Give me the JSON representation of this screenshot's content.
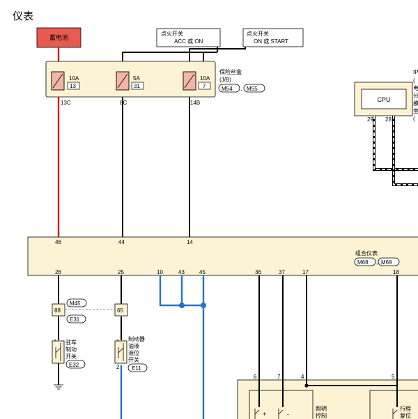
{
  "page": {
    "title": "仪表"
  },
  "battery": {
    "label": "蓄电池",
    "color": "#e85a4f"
  },
  "ignition_acc": {
    "line1": "点火开关",
    "line2": "ACC 或 ON"
  },
  "ignition_start": {
    "line1": "点火开关",
    "line2": "ON 或 START"
  },
  "fuse_box": {
    "line1": "保险丝盒",
    "line2": "(J/B)",
    "connectors": [
      "M54",
      "M55"
    ],
    "separator": ",",
    "fuses": [
      {
        "rating": "10A",
        "number": "13",
        "terminal": "13C"
      },
      {
        "rating": "5A",
        "number": "31",
        "terminal": "8C"
      },
      {
        "rating": "10A",
        "number": "7",
        "terminal": "14B"
      }
    ]
  },
  "cpu": {
    "label": "CPU",
    "pins": [
      "29",
      "28"
    ],
    "side_text": [
      "IP",
      "(",
      "电",
      "分",
      "模",
      "室",
      "("
    ]
  },
  "cluster": {
    "label": "组合仪表",
    "connectors": [
      "M68",
      "M69"
    ],
    "separator": ",",
    "top_pins": [
      "46",
      "44",
      "14"
    ],
    "bottom_pins": [
      "26",
      "25",
      "10",
      "43",
      "45",
      "36",
      "37",
      "17",
      "18"
    ]
  },
  "connector_left": {
    "pin": "88",
    "refs": [
      "M45",
      "E31"
    ]
  },
  "connector_right": {
    "pin": "65"
  },
  "parking_switch": {
    "pin_top": "1",
    "label": [
      "驻车",
      "制动",
      "开关"
    ],
    "ref": "E32"
  },
  "brake_fluid_switch": {
    "pin_top": "1",
    "pin_bottom": "2",
    "label": [
      "制动器",
      "油液",
      "液位",
      "开关"
    ],
    "ref": "E11"
  },
  "lower_module": {
    "pins": [
      "6",
      "7",
      "4",
      "5"
    ],
    "plus": "+",
    "minus": "-",
    "lighting": [
      "照明",
      "控制"
    ],
    "trip": [
      "行程",
      "复位"
    ]
  },
  "colors": {
    "red_wire": "#e01818",
    "blue_wire": "#2272c9",
    "box_fill": "#fbf3d3"
  }
}
